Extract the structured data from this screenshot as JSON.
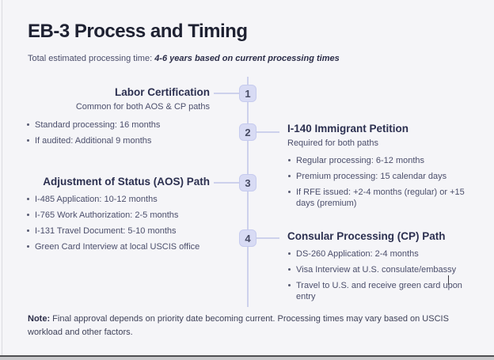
{
  "header": {
    "title": "EB-3 Process and Timing",
    "subtitle_prefix": "Total estimated processing time: ",
    "subtitle_emphasis": "4-6 years based on current processing times"
  },
  "timeline": {
    "steps": [
      {
        "number": "1",
        "side": "left",
        "title": "Labor Certification",
        "subtitle": "Common for both AOS & CP paths",
        "bullets": [
          "Standard processing: 16 months",
          "If audited: Additional 9 months"
        ]
      },
      {
        "number": "2",
        "side": "right",
        "title": "I-140 Immigrant Petition",
        "subtitle": "Required for both paths",
        "bullets": [
          "Regular processing: 6-12 months",
          "Premium processing: 15 calendar days",
          "If RFE issued: +2-4 months (regular) or +15 days (premium)"
        ]
      },
      {
        "number": "3",
        "side": "left",
        "title": "Adjustment of Status (AOS) Path",
        "bullets": [
          "I-485 Application: 10-12 months",
          "I-765 Work Authorization: 2-5 months",
          "I-131 Travel Document: 5-10 months",
          "Green Card Interview at local USCIS office"
        ]
      },
      {
        "number": "4",
        "side": "right",
        "title": "Consular Processing (CP) Path",
        "bullets": [
          "DS-260 Application: 2-4 months",
          "Visa Interview at U.S. consulate/embassy",
          "Travel to U.S. and receive green card upon entry"
        ]
      }
    ]
  },
  "footer": {
    "note_label": "Note:",
    "note_text": " Final approval depends on priority date becoming current. Processing times may vary based on USCIS workload and other factors."
  },
  "colors": {
    "background": "#f5f5f8",
    "heading_text": "#1e2132",
    "step_title_text": "#2c3050",
    "body_text": "#4b4e6b",
    "badge_background": "#d8dbf4",
    "badge_border": "#c6cbee",
    "badge_text": "#464a63",
    "timeline_line": "#cdd1ec",
    "page_bottom_rule": "#4f4f52"
  }
}
